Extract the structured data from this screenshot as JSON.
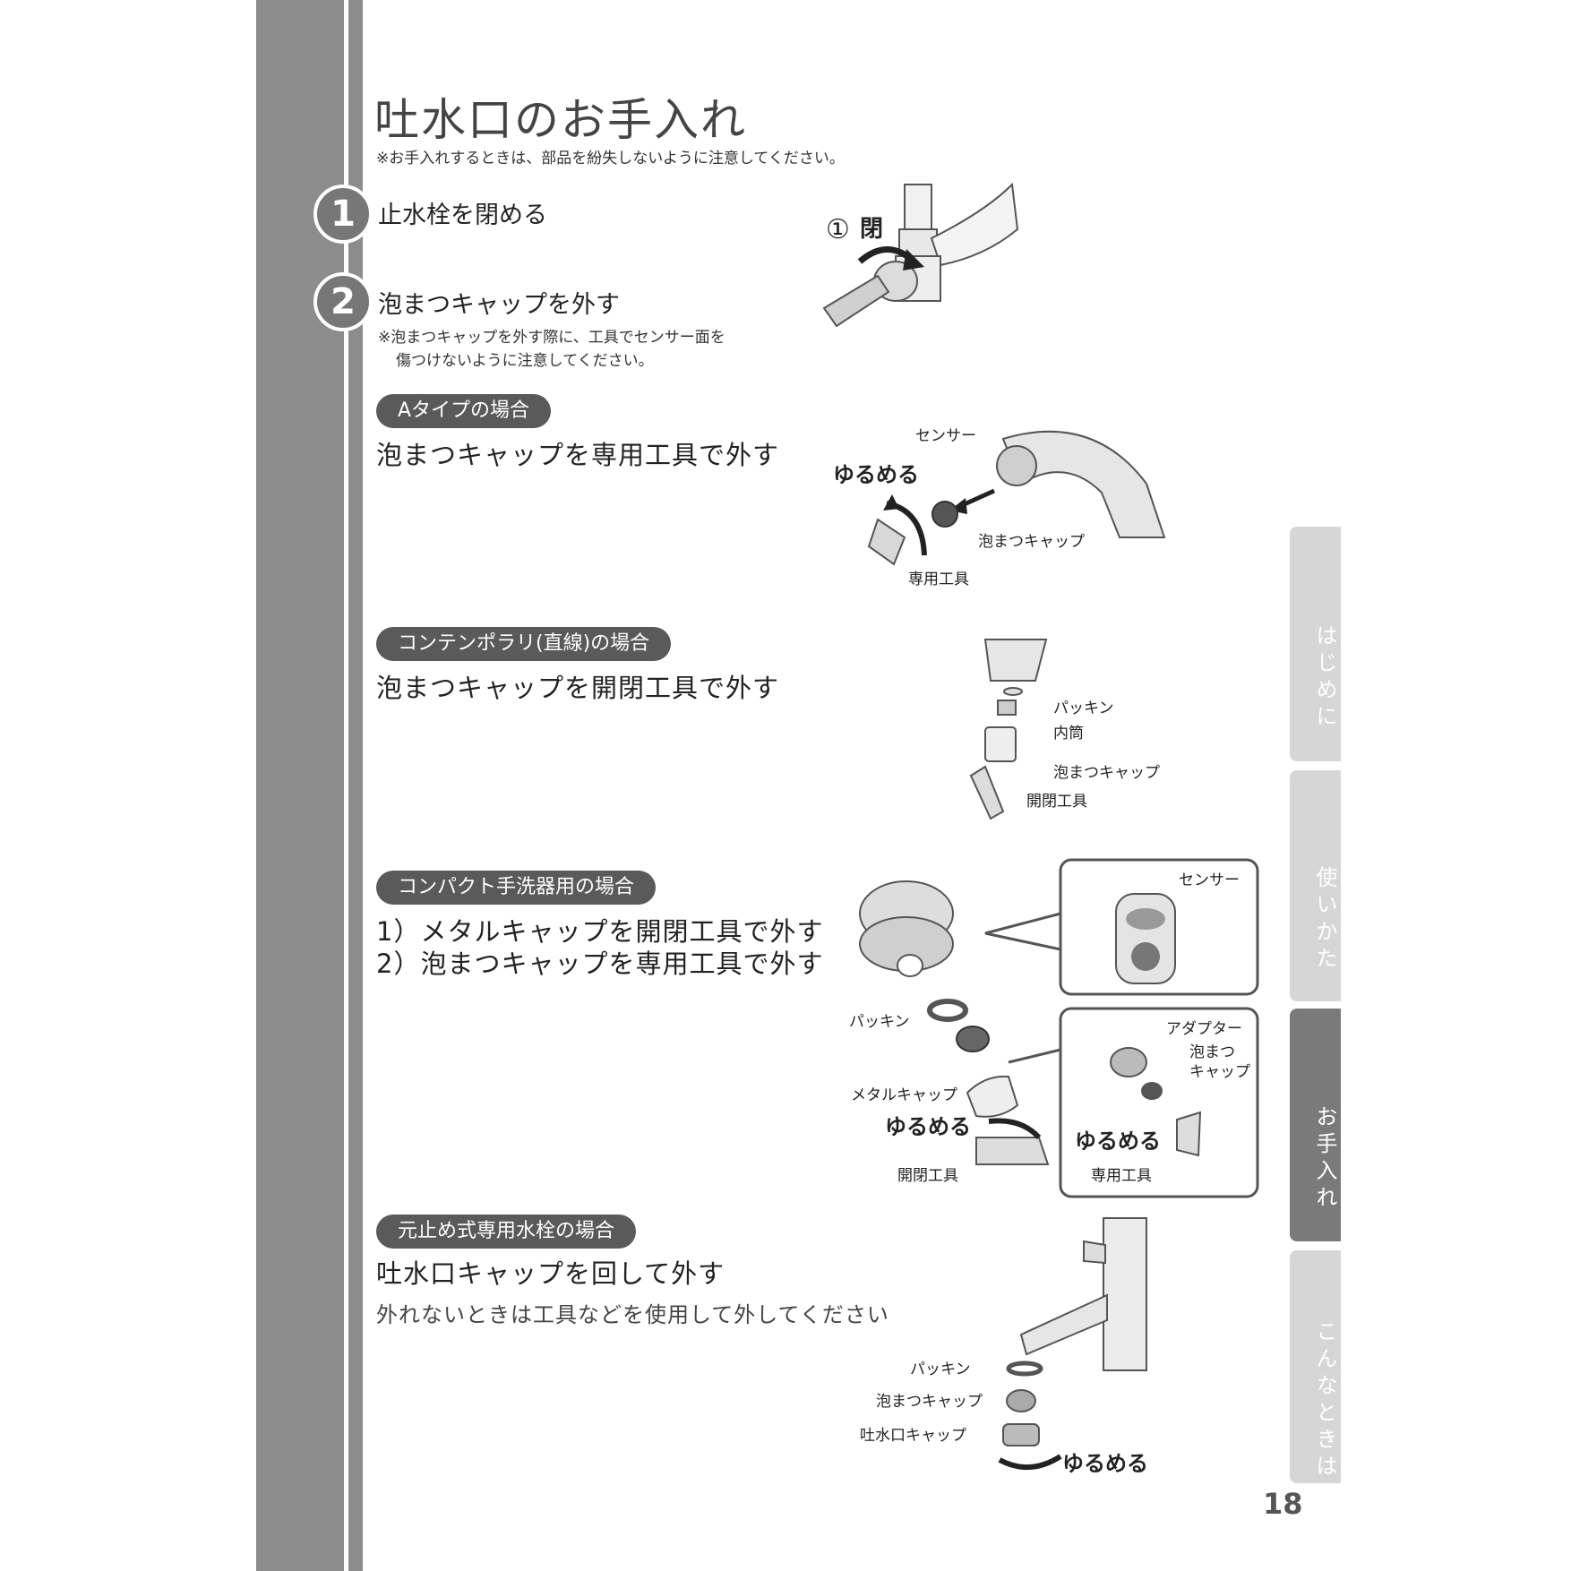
{
  "page": {
    "title": "吐水口のお手入れ",
    "note": "※お手入れするときは、部品を紛失しないように注意してください。",
    "page_number": "18"
  },
  "steps": [
    {
      "number": "1",
      "text": "止水栓を閉める"
    },
    {
      "number": "2",
      "text": "泡まつキャップを外す",
      "note_line1": "※泡まつキャップを外す際に、工具でセンサー面を",
      "note_line2": "傷つけないように注意してください。"
    }
  ],
  "fig_valve": {
    "close_mark": "①",
    "close_label": "閉"
  },
  "sections": {
    "a_type": {
      "badge": "Aタイプの場合",
      "heading": "泡まつキャップを専用工具で外す",
      "labels": {
        "sensor": "センサー",
        "loosen": "ゆるめる",
        "cap": "泡まつキャップ",
        "tool": "専用工具"
      }
    },
    "contemporary": {
      "badge": "コンテンポラリ(直線)の場合",
      "heading": "泡まつキャップを開閉工具で外す",
      "labels": {
        "packing": "パッキン",
        "inner": "内筒",
        "cap": "泡まつキャップ",
        "tool": "開閉工具"
      }
    },
    "compact": {
      "badge": "コンパクト手洗器用の場合",
      "heading1": "1）メタルキャップを開閉工具で外す",
      "heading2": "2）泡まつキャップを専用工具で外す",
      "labels": {
        "sensor": "センサー",
        "packing": "パッキン",
        "metal_cap": "メタルキャップ",
        "loosen": "ゆるめる",
        "tool": "開閉工具",
        "adapter": "アダプター",
        "cap_line1": "泡まつ",
        "cap_line2": "キャップ",
        "special_tool": "専用工具"
      }
    },
    "motodome": {
      "badge": "元止め式専用水栓の場合",
      "heading": "吐水口キャップを回して外す",
      "subtext": "外れないときは工具などを使用して外してください",
      "labels": {
        "packing": "パッキン",
        "cap": "泡まつキャップ",
        "outlet_cap": "吐水口キャップ",
        "loosen": "ゆるめる"
      }
    }
  },
  "side_tabs": [
    {
      "label": "はじめに",
      "active": false
    },
    {
      "label": "使いかた",
      "active": false
    },
    {
      "label": "お手入れ",
      "active": true
    },
    {
      "label": "こんなときは",
      "active": false
    }
  ],
  "colors": {
    "sidebar": "#8c8c8c",
    "badge": "#5a5a5a",
    "tab_inactive": "#d6d6d6",
    "tab_active": "#7a7a7a"
  }
}
